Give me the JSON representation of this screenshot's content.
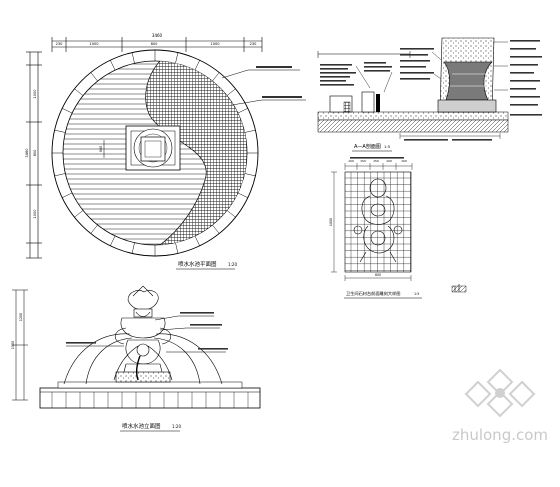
{
  "plan": {
    "dims_top": [
      "230",
      "1000",
      "800",
      "1000",
      "230"
    ],
    "dim_total_top": "3460",
    "dims_left": [
      "1000",
      "800",
      "1000"
    ],
    "dim_total_left": "3460",
    "dim_mid_left": "800",
    "title": "喷水水池平面图",
    "scale": "1:20"
  },
  "elevation": {
    "title": "喷水水池立面图",
    "scale": "1:20",
    "dims_left": [
      "1200",
      "1500"
    ]
  },
  "section": {
    "title": "A—A剖面图",
    "scale": "1:5"
  },
  "detail": {
    "title": "卫生间石材台前面雕刻大样图",
    "scale": "1:5",
    "dim_bottom": "600",
    "dim_left": "1000",
    "dims_top": [
      "100",
      "150",
      "150",
      "100",
      "100"
    ]
  },
  "watermark": {
    "text": "zhulong.com"
  }
}
